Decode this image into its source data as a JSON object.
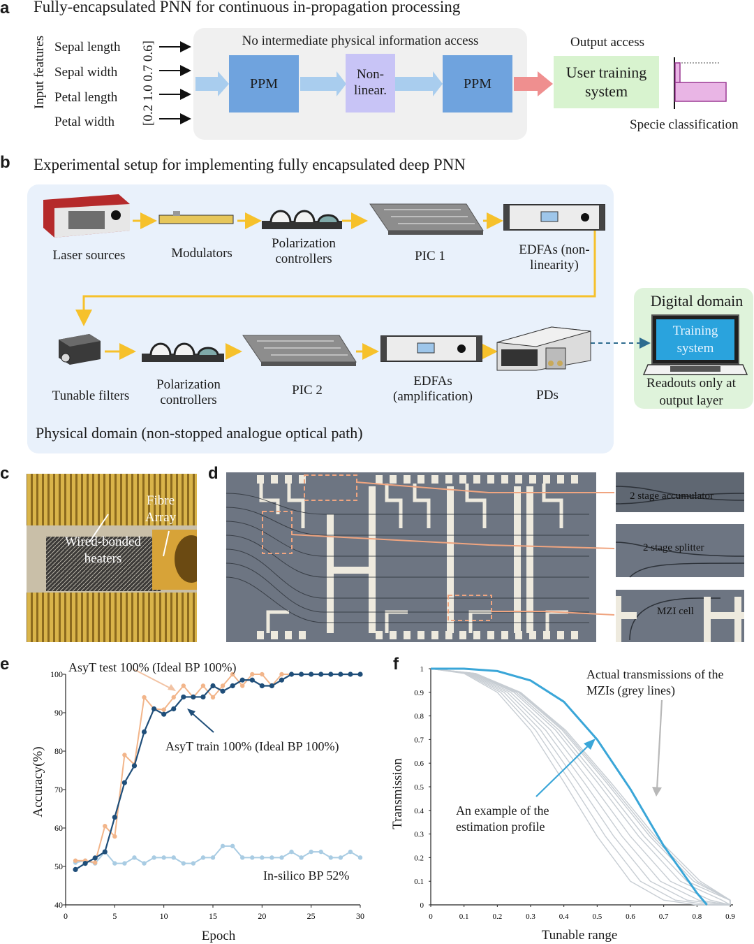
{
  "panel_a": {
    "label": "a",
    "title": "Fully-encapsulated PNN for continuous in-propagation processing",
    "input_axis_label": "Input features",
    "features": [
      "Sepal length",
      "Sepal width",
      "Petal length",
      "Petal width"
    ],
    "feature_vector": "[0.2  1.0  0.7  0.6]",
    "no_access_label": "No intermediate physical information access",
    "ppm1": "PPM",
    "nonlinear": "Non-\nlinear.",
    "ppm2": "PPM",
    "output_access": "Output access",
    "user_training": "User training\nsystem",
    "specie_classification": "Specie classification",
    "colors": {
      "ppm": "#6fa3de",
      "nonlinear": "#c8c4f6",
      "user": "#d8f3cf",
      "bar": "#e9b5e5",
      "arrow_in": "#a9cdee",
      "arrow_out": "#ef8f8f"
    }
  },
  "panel_b": {
    "label": "b",
    "title": "Experimental setup for implementing fully encapsulated deep PNN",
    "row1": [
      "Laser sources",
      "Modulators",
      "Polarization\ncontrollers",
      "PIC 1",
      "EDFAs (non-\nlinearity)"
    ],
    "row2": [
      "Tunable filters",
      "Polarization\ncontrollers",
      "PIC 2",
      "EDFAs\n(amplification)",
      "PDs"
    ],
    "physical_domain": "Physical domain (non-stopped analogue optical path)",
    "digital_domain": "Digital domain",
    "training_system": "Training\nsystem",
    "readouts": "Readouts only at\noutput layer",
    "colors": {
      "physical_bg": "#e9f1fb",
      "digital_bg": "#dff3db",
      "connector": "#f6c12b",
      "screen": "#2aa3dd"
    }
  },
  "panel_c": {
    "label": "c",
    "fibre_array": "Fibre\nArray",
    "heaters": "Wired-bonded\nheaters"
  },
  "panel_d": {
    "label": "d",
    "insets": [
      "2 stage accumulator",
      "2 stage splitter",
      "MZI cell"
    ]
  },
  "panel_e": {
    "label": "e",
    "ylabel": "Accuracy(%)",
    "xlabel": "Epoch",
    "yticks": [
      "40",
      "50",
      "60",
      "70",
      "80",
      "90",
      "100"
    ],
    "xticks": [
      "0",
      "5",
      "10",
      "15",
      "20",
      "25",
      "30"
    ],
    "annotations": {
      "test": "AsyT test 100% (Ideal BP 100%)",
      "train": "AsyT train 100% (Ideal BP 100%)",
      "insilico": "In-silico BP 52%"
    }
  },
  "panel_f": {
    "label": "f",
    "ylabel": "Transmission",
    "xlabel": "Tunable range",
    "yticks": [
      "0",
      "0.1",
      "0.2",
      "0.3",
      "0.4",
      "0.5",
      "0.6",
      "0.7",
      "0.8",
      "0.9",
      "1"
    ],
    "xticks": [
      "0",
      "0.1",
      "0.2",
      "0.3",
      "0.4",
      "0.5",
      "0.6",
      "0.7",
      "0.8",
      "0.9"
    ],
    "annotations": {
      "actual": "Actual transmissions of the\nMZIs (grey lines)",
      "example": "An example of the\nestimation profile"
    }
  },
  "chart_data": [
    {
      "type": "line",
      "xlabel": "Epoch",
      "ylabel": "Accuracy(%)",
      "xlim": [
        0,
        30
      ],
      "ylim": [
        40,
        100
      ],
      "grid": false,
      "series": [
        {
          "name": "AsyT train 100% (Ideal BP 100%)",
          "color": "#1f4e79",
          "x": [
            1,
            2,
            3,
            4,
            5,
            6,
            7,
            8,
            9,
            10,
            11,
            12,
            13,
            14,
            15,
            16,
            17,
            18,
            19,
            20,
            21,
            22,
            23,
            24,
            25,
            26,
            27,
            28,
            29,
            30
          ],
          "values": [
            49.2,
            50.8,
            52.2,
            53.8,
            62.8,
            71.8,
            76.2,
            85.0,
            91.0,
            89.6,
            91.0,
            94.1,
            94.1,
            94.1,
            97.0,
            95.6,
            97.0,
            98.5,
            98.5,
            97.0,
            97.0,
            98.5,
            100,
            100,
            100,
            100,
            100,
            100,
            100,
            100
          ]
        },
        {
          "name": "AsyT test 100% (Ideal BP 100%)",
          "color": "#f2b58a",
          "x": [
            1,
            2,
            3,
            4,
            5,
            6,
            7,
            8,
            9,
            10,
            11,
            12,
            13,
            14,
            15,
            16,
            17,
            18,
            19,
            20,
            21,
            22,
            23,
            24,
            25,
            26,
            27,
            28,
            29,
            30
          ],
          "values": [
            51.5,
            51.5,
            51.0,
            60.5,
            57.8,
            79.0,
            76.5,
            94.0,
            91.0,
            90.8,
            94.0,
            97.0,
            94.0,
            97.0,
            94.0,
            97.0,
            100,
            97.0,
            100,
            100,
            97.0,
            100,
            100,
            100,
            100,
            100,
            100,
            100,
            100,
            100
          ]
        },
        {
          "name": "In-silico BP 52%",
          "color": "#a9cce3",
          "x": [
            1,
            2,
            3,
            4,
            5,
            6,
            7,
            8,
            9,
            10,
            11,
            12,
            13,
            14,
            15,
            16,
            17,
            18,
            19,
            20,
            21,
            22,
            23,
            24,
            25,
            26,
            27,
            28,
            29,
            30
          ],
          "values": [
            51.0,
            51.5,
            50.8,
            53.8,
            50.8,
            50.8,
            52.3,
            50.8,
            52.3,
            52.3,
            52.3,
            50.8,
            50.8,
            52.3,
            52.3,
            55.3,
            55.3,
            52.3,
            52.3,
            52.3,
            52.3,
            52.3,
            53.8,
            52.3,
            53.8,
            53.8,
            52.3,
            52.3,
            53.8,
            52.3
          ]
        }
      ]
    },
    {
      "type": "line",
      "xlabel": "Tunable range",
      "ylabel": "Transmission",
      "xlim": [
        0,
        0.9
      ],
      "ylim": [
        0,
        1
      ],
      "grid": false,
      "series": [
        {
          "name": "An example of the estimation profile",
          "color": "#3aa6d8",
          "x": [
            0,
            0.1,
            0.2,
            0.3,
            0.4,
            0.5,
            0.6,
            0.7,
            0.8,
            0.83
          ],
          "values": [
            1.0,
            1.0,
            0.99,
            0.95,
            0.86,
            0.7,
            0.49,
            0.25,
            0.05,
            0.0
          ]
        },
        {
          "name": "Actual transmissions of the MZIs (grey lines)",
          "color": "#c7cdd3",
          "x": [
            0,
            0.1,
            0.2,
            0.3,
            0.4,
            0.5,
            0.6,
            0.7,
            0.8,
            0.9
          ],
          "values": [
            1.0,
            0.98,
            0.9,
            0.74,
            0.52,
            0.29,
            0.1,
            0.02,
            0.0,
            0.0
          ]
        }
      ]
    }
  ]
}
